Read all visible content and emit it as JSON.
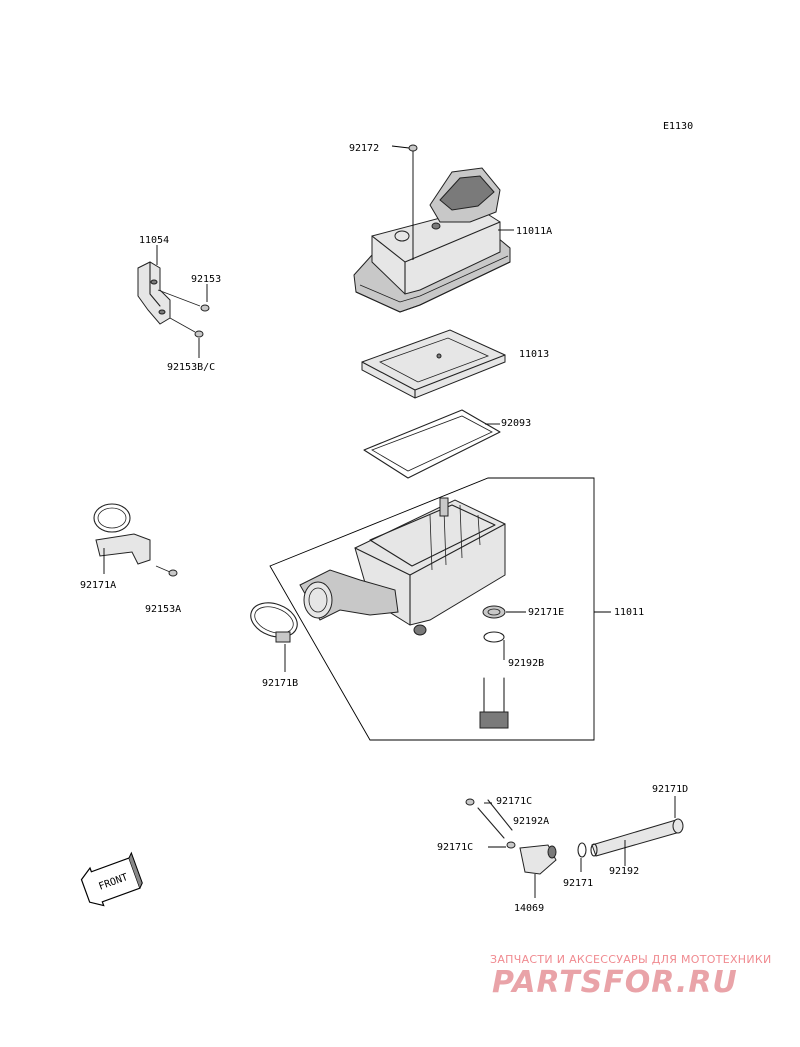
{
  "diagram_code": "E1130",
  "parts": {
    "p92172": "92172",
    "p11011A": "11011A",
    "p11054": "11054",
    "p92153": "92153",
    "p92153BC": "92153B/C",
    "p11013": "11013",
    "p92093": "92093",
    "p92171A": "92171A",
    "p92153A": "92153A",
    "p92171E": "92171E",
    "p11011": "11011",
    "p92192B": "92192B",
    "p92171B": "92171B",
    "p92171C_top": "92171C",
    "p92192A": "92192A",
    "p92171D": "92171D",
    "p92171C": "92171C",
    "p92171": "92171",
    "p92192": "92192",
    "p14069": "14069"
  },
  "front_arrow": "FRONT",
  "watermark": {
    "tagline": "ЗАПЧАСТИ И АКСЕССУАРЫ ДЛЯ МОТОТЕХНИКИ",
    "logo": "PARTSFOR.RU"
  }
}
